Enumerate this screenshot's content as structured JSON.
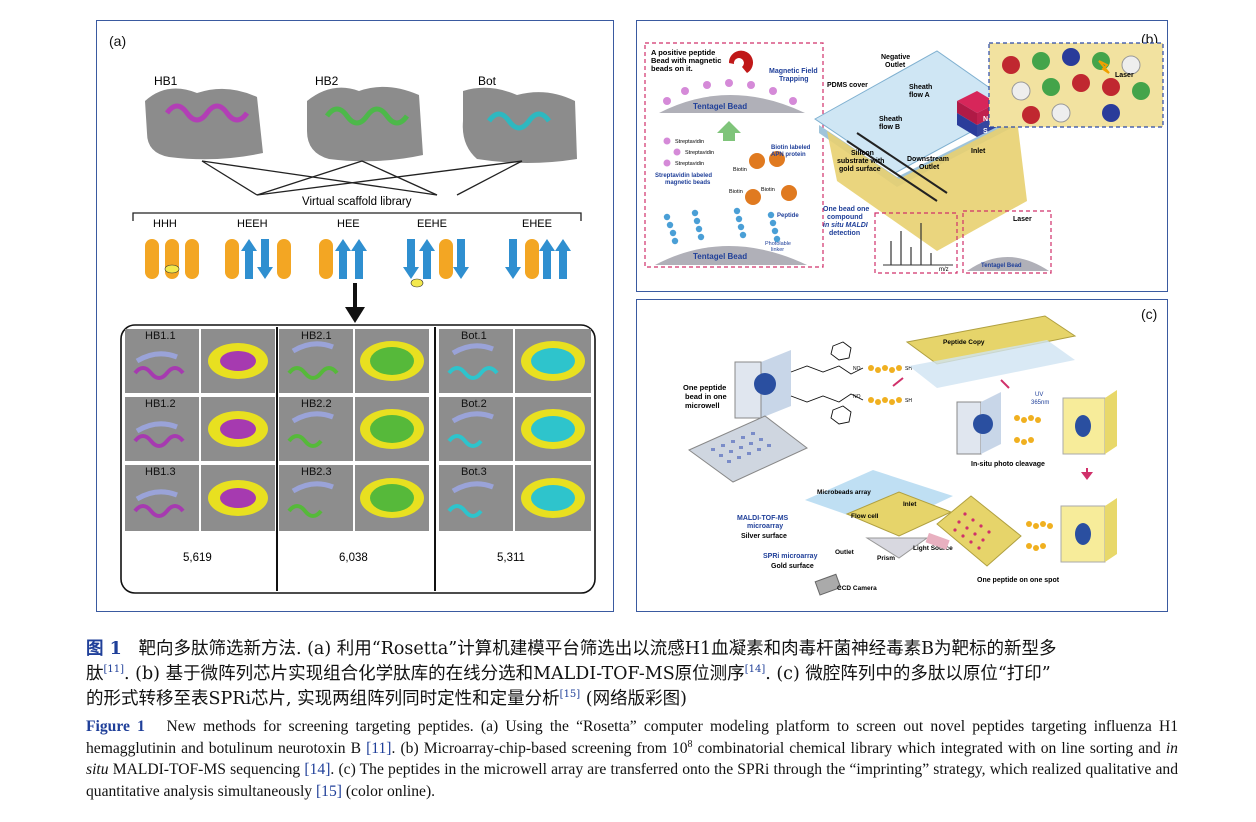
{
  "panel_a": {
    "label": "(a)",
    "targets": [
      "HB1",
      "HB2",
      "Bot"
    ],
    "library_label": "Virtual scaffold library",
    "scaffolds": [
      "HHH",
      "HEEH",
      "HEE",
      "EEHE",
      "EHEE"
    ],
    "grid_row_labels": [
      [
        "HB1.1",
        "HB1.2",
        "HB1.3"
      ],
      [
        "HB2.1",
        "HB2.2",
        "HB2.3"
      ],
      [
        "Bot.1",
        "Bot.2",
        "Bot.3"
      ]
    ],
    "counts": [
      "5,619",
      "6,038",
      "5,311"
    ]
  },
  "panel_b": {
    "label": "(b)",
    "positive_text_1": "A  positive  peptide",
    "positive_text_2": "Bead with magnetic",
    "positive_text_3": "beads on it.",
    "magnetic_1": "Magnetic Field",
    "magnetic_2": "Trapping",
    "tentagel_bead": "Tentagel Bead",
    "streptavidin": "Streptavidin",
    "strep_beads_1": "Streptavidin labeled",
    "strep_beads_2": "magnetic beads",
    "biotin": "Biotin",
    "biotin_apn_1": "Biotin labeled",
    "biotin_apn_2": "APN protein",
    "peptide": "Peptide",
    "photolabile_1": "Photolable",
    "photolabile_2": "linker",
    "negative_outlet_1": "Negative",
    "negative_outlet_2": "Outlet",
    "pdms_cover": "PDMS cover",
    "sheath_a_1": "Sheath",
    "sheath_a_2": "flow A",
    "sheath_b_1": "Sheath",
    "sheath_b_2": "flow B",
    "inlet": "Inlet",
    "silicon_1": "Silicon",
    "silicon_2": "substrate with",
    "silicon_3": "gold surface",
    "downstream_1": "Downstream",
    "downstream_2": "Outlet",
    "one_bead_1": "One bead one",
    "one_bead_2": "compound",
    "one_bead_3": "in situ MALDI",
    "one_bead_4": "detection",
    "mz": "m/z",
    "laser": "Laser",
    "magnet_n": "N",
    "magnet_s": "S"
  },
  "panel_c": {
    "label": "(c)",
    "one_peptide_bead_1": "One peptide",
    "one_peptide_bead_2": "bead in one",
    "one_peptide_bead_3": "microwell",
    "peptide_copy": "Peptide Copy",
    "uv_1": "UV",
    "uv_2": "365nm",
    "photo_cleavage": "In-situ photo cleavage",
    "microbeads_array": "Microbeads array",
    "maldi_1": "MALDI-TOF-MS",
    "maldi_2": "microarray",
    "silver_surface": "Silver surface",
    "flow_cell": "Flow cell",
    "inlet": "Inlet",
    "spri_1": "SPRi microarray",
    "spri_2": "Gold surface",
    "outlet": "Outlet",
    "prism": "Prism",
    "light_source": "Light Source",
    "ccd_camera": "CCD Camera",
    "one_peptide_spot": "One peptide on one spot",
    "sh": "SH",
    "no2": "NO"
  },
  "caption_cn": {
    "label": "图 1",
    "line1": "靶向多肽筛选新方法. (a) 利用“Rosetta”计算机建模平台筛选出以流感H1血凝素和肉毒杆菌神经毒素B为靶标的新型多",
    "line2a": "肽",
    "ref11": "[11]",
    "line2b": ". (b) 基于微阵列芯片实现组合化学肽库的在线分选和MALDI-TOF-MS原位测序",
    "ref14": "[14]",
    "line2c": ". (c) 微腔阵列中的多肽以原位“打印”",
    "line3a": "的形式转移至表SPRi芯片, 实现两组阵列同时定性和定量分析",
    "ref15": "[15]",
    "line3b": " (网络版彩图)"
  },
  "caption_en": {
    "label": "Figure 1",
    "t1": "New methods for screening targeting peptides. (a) Using the “Rosetta” computer modeling platform to screen out novel peptides targeting influenza H1 hemagglutinin and botulinum neurotoxin B ",
    "ref11": "[11]",
    "t2": ". (b) Microarray-chip-based screening from 10",
    "sup8": "8",
    "t3": " combinatorial chemical library which integrated with on line sorting and ",
    "in_situ": "in situ",
    "t4": " MALDI-TOF-MS sequencing ",
    "ref14": "[14]",
    "t5": ". (c) The peptides in the microwell array are transferred onto the SPRi through the “imprinting” strategy, which realized qualitative and quantitative analysis simultaneously ",
    "ref15": "[15]",
    "t6": " (color online)."
  },
  "colors": {
    "frame": "#3a5aa0",
    "helix_orange": "#f3a623",
    "strand_blue": "#2f8fd0",
    "ref_blue": "#1f3f99"
  }
}
